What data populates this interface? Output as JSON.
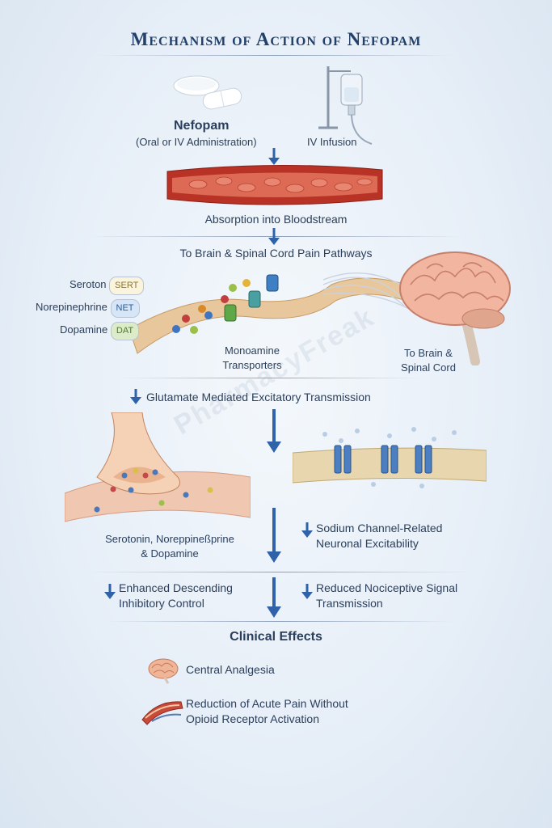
{
  "title": "Mechanism of Action of Nefopam",
  "drug": {
    "name": "Nefopam",
    "route": "(Oral or IV Administration)",
    "iv_label": "IV Infusion"
  },
  "absorption": "Absorption into Bloodstream",
  "pathways": "To Brain & Spinal Cord Pain Pathways",
  "transporters": [
    {
      "name": "Seroton",
      "badge": "SERT"
    },
    {
      "name": "Norepinephrine",
      "badge": "NET"
    },
    {
      "name": "Dopamine",
      "badge": "DAT"
    }
  ],
  "monoamine_label": [
    "Monoamine",
    "Transporters"
  ],
  "brain_label": [
    "To Brain &",
    "Spinal Cord"
  ],
  "glutamate": "Glutamate Mediated Excitatory Transmission",
  "synapse_label": [
    "Serotonin, Noreppineßprine",
    "& Dopamine"
  ],
  "sodium": [
    "Sodium Channel-Related",
    "Neuronal Excitability"
  ],
  "descending": [
    "Enhanced Descending",
    "Inhibitory Control"
  ],
  "nociceptive": [
    "Reduced Nociceptive Signal",
    "Transmission"
  ],
  "clinical": {
    "heading": "Clinical Effects",
    "effects": [
      {
        "line1": "Central Analgesia",
        "line2": ""
      },
      {
        "line1": "Reduction of Acute Pain Without",
        "line2": "Opioid Receptor Activation"
      }
    ]
  },
  "watermark": "PharmacyFreak",
  "colors": {
    "arrow": "#2f62a8",
    "title": "#23406a",
    "blood": "#c43a2c",
    "brain": "#f0b8a0"
  }
}
